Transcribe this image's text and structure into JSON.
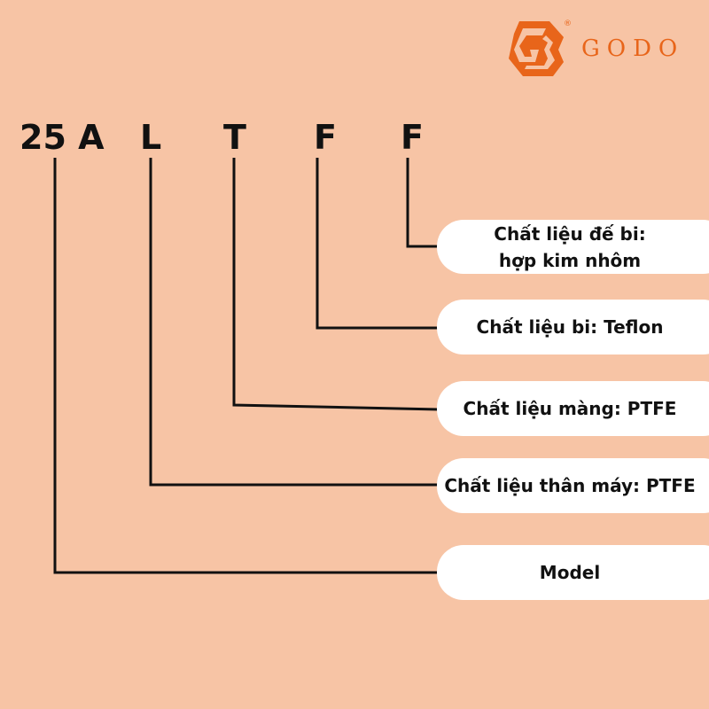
{
  "brand": {
    "name": "GODO",
    "registered": "®",
    "color": "#E8651A"
  },
  "code_parts": [
    "25 A",
    "L",
    "T",
    "F",
    "F"
  ],
  "labels": [
    {
      "line1": "Chất liệu đế bi:",
      "line2": "hợp kim nhôm"
    },
    {
      "line1": "Chất liệu bi: Teflon"
    },
    {
      "line1": "Chất liệu màng: PTFE"
    },
    {
      "line1": "Chất liệu thân máy: PTFE"
    },
    {
      "line1": "Model"
    }
  ]
}
